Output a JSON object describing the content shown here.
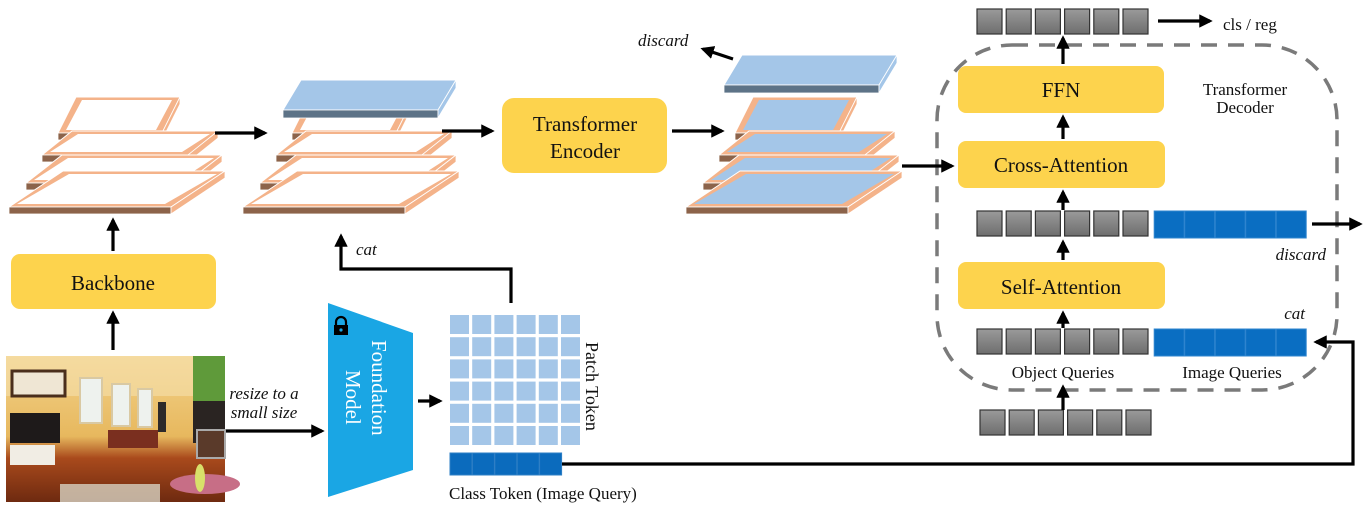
{
  "figure": {
    "backbone": {
      "label": "Backbone"
    },
    "encoder": {
      "label_line1": "Transformer",
      "label_line2": "Encoder"
    },
    "foundation_model": {
      "label_line1": "Foundation",
      "label_line2": "Model",
      "icon": "lock-icon"
    },
    "input_image": {
      "description": "indoor living room photo"
    },
    "resize_label": {
      "line1": "resize to a",
      "line2": "small size"
    },
    "patch_token": {
      "label": "Patch Token",
      "rows": 6,
      "cols": 6
    },
    "class_token": {
      "label": "Class Token (Image Query)",
      "count": 5
    },
    "cat_label_top": "cat",
    "discard_label_top": "discard",
    "decoder": {
      "title_line1": "Transformer",
      "title_line2": "Decoder",
      "ffn": "FFN",
      "cross_attention": "Cross-Attention",
      "self_attention": "Self-Attention",
      "object_queries": "Object Queries",
      "image_queries": "Image Queries",
      "discard_label": "discard",
      "cat_label": "cat",
      "object_query_count": 6,
      "image_query_count": 5
    },
    "output_label": "cls / reg",
    "colors": {
      "yellow_box": "#fdd34d",
      "foundation_model": "#1aa6e4",
      "patch_token": "#a4c6e8",
      "class_token": "#0b6bbd",
      "image_query": "#0a6ec2",
      "feature_frame": "#f4b38a",
      "feature_side": "#8c634a",
      "feature_blue": "#a4c6e8",
      "feature_blue_side": "#5d7387"
    }
  }
}
